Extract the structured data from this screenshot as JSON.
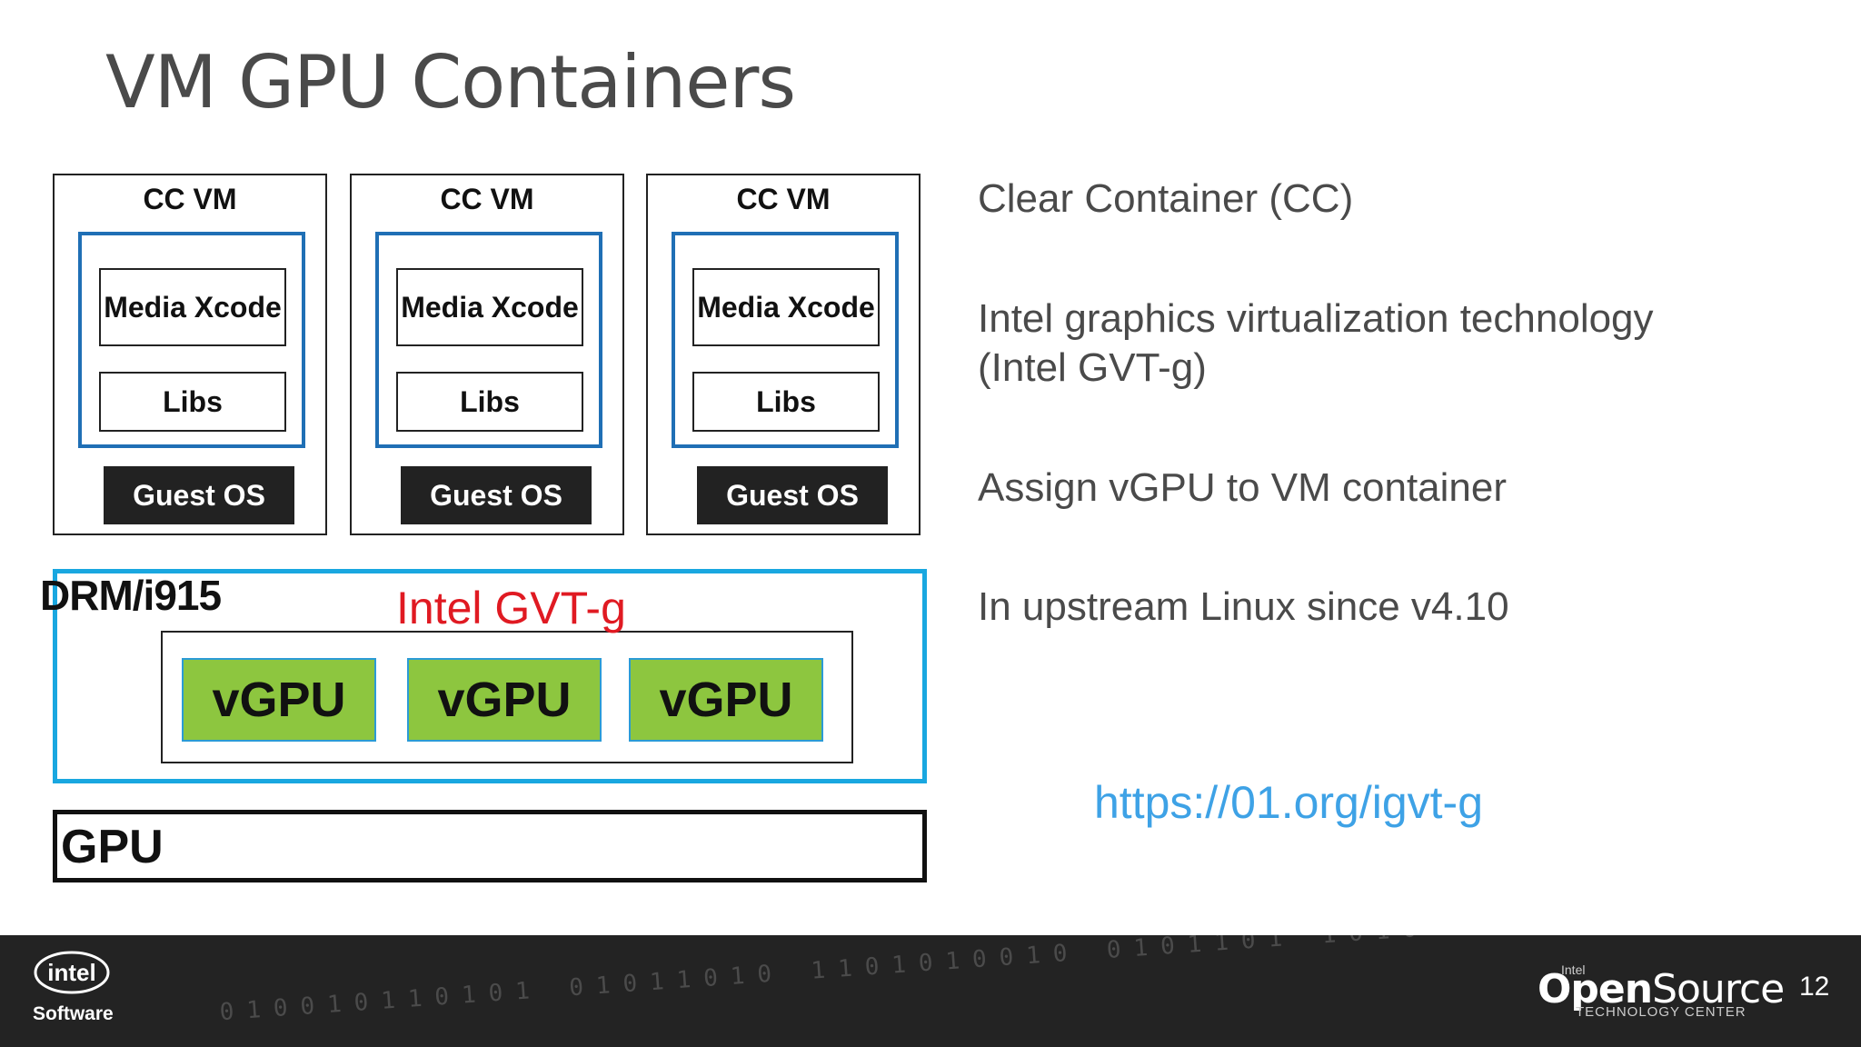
{
  "title": "VM GPU Containers",
  "vms": [
    {
      "label": "CC VM",
      "media": "Media Xcode",
      "libs": "Libs",
      "guest": "Guest OS"
    },
    {
      "label": "CC VM",
      "media": "Media Xcode",
      "libs": "Libs",
      "guest": "Guest OS"
    },
    {
      "label": "CC VM",
      "media": "Media Xcode",
      "libs": "Libs",
      "guest": "Guest OS"
    }
  ],
  "drm": {
    "label": "DRM/i915",
    "gvt_label": "Intel GVT-g"
  },
  "vgpus": [
    "vGPU",
    "vGPU",
    "vGPU"
  ],
  "gpu": {
    "label": "GPU"
  },
  "bullets": [
    "Clear Container (CC)",
    "Intel graphics virtualization technology (Intel GVT-g)",
    "Assign vGPU to VM container",
    "In upstream Linux since v4.10"
  ],
  "link": "https://01.org/igvt-g",
  "footer": {
    "intel_logo": "intel",
    "software": "Software",
    "os_intel": "Intel",
    "os_open": "Open",
    "os_source": "Source",
    "os_tech": "TECHNOLOGY CENTER",
    "page_number": "12"
  },
  "colors": {
    "container_border": "#1f6fb5",
    "drm_border": "#19a7e0",
    "vgpu_fill": "#8dc63f",
    "gvt_text": "#e01a22",
    "link": "#3ea2e6"
  }
}
